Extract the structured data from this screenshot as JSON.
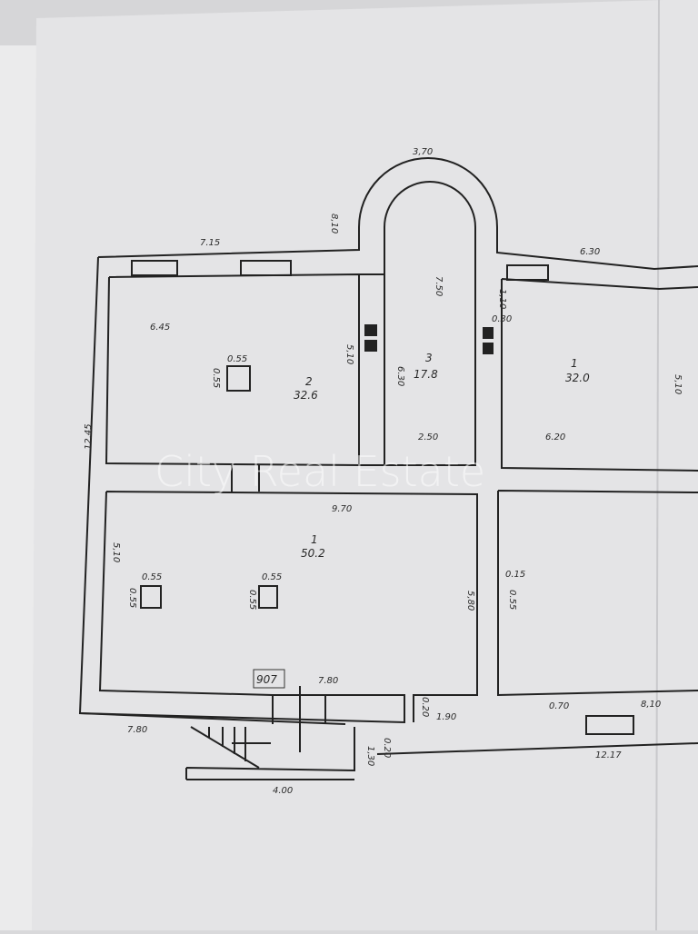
{
  "watermark": "City Real Estate",
  "rooms": [
    {
      "number": "2",
      "area": "32.6"
    },
    {
      "number": "3",
      "area": "17.8"
    },
    {
      "number": "1",
      "area": "32.0"
    },
    {
      "number": "1",
      "area": "50.2"
    }
  ],
  "dimensions": {
    "arch_width": "3,70",
    "arch_height": "8,10",
    "top_left": "7.15",
    "top_right": "6.30",
    "room2_width": "6.45",
    "room2_height": "5,10",
    "room3_length": "7.50",
    "room3_side": "6.30",
    "room3_bottom": "2.50",
    "room1_side_a": "1,10",
    "room1_side_b": "0.30",
    "room1_top_height": "5,10",
    "room1_top_width": "6.20",
    "left_overall": "12,45",
    "hall_width": "9.70",
    "hall_left": "5,10",
    "hall_right": "5,80",
    "column_a_w": "0.55",
    "column_a_h": "0.55",
    "column_b_w": "0.55",
    "column_b_h": "0.55",
    "column_c_w": "0.55",
    "column_c_h": "0.55",
    "niche_w": "0.15",
    "niche_h": "0.55",
    "hall_bottom": "7.80",
    "outer_bottom": "7.80",
    "step_a": "0.20",
    "step_b": "1.90",
    "porch_a": "1,30",
    "porch_b": "0.20",
    "stairs_width": "4.00",
    "right_a": "0.70",
    "right_b": "8,10",
    "right_bottom": "12.17"
  },
  "stamp": "907"
}
